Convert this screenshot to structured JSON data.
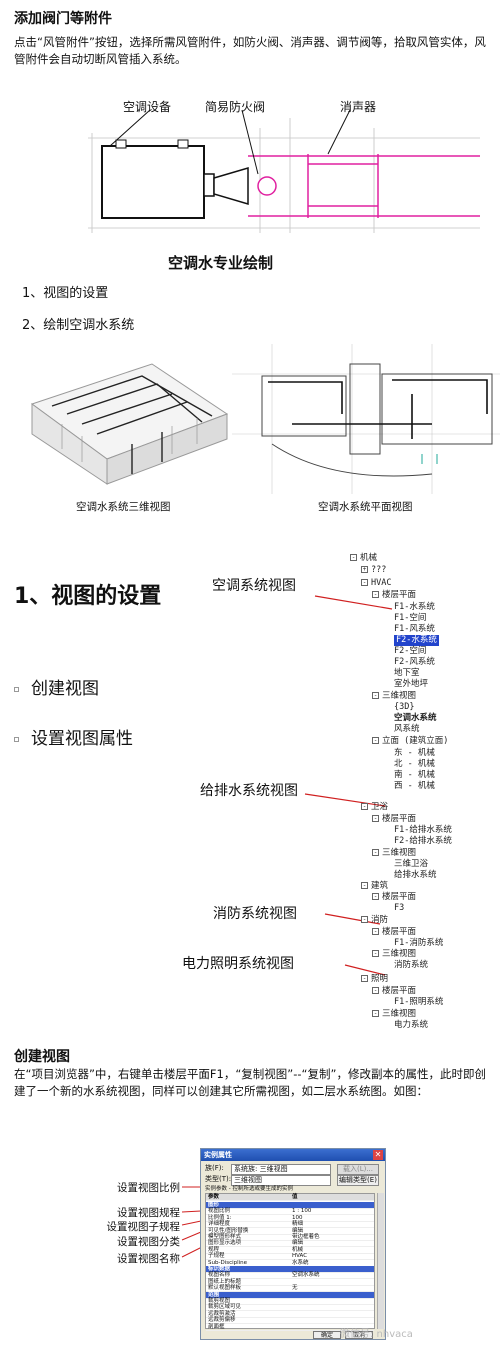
{
  "sec1": {
    "title": "添加阀门等附件",
    "para": "点击“风管附件”按钮，选择所需风管附件，如防火阀、消声器、调节阀等，拾取风管实体，风管附件会自动切断风管插入系统。",
    "labels": [
      "空调设备",
      "简易防火阀",
      "消声器"
    ]
  },
  "sec2": {
    "title": "空调水专业绘制",
    "items": [
      "1、视图的设置",
      "2、绘制空调水系统"
    ],
    "captions": [
      "空调水系统三维视图",
      "空调水系统平面视图"
    ]
  },
  "sec3": {
    "title": "1、视图的设置",
    "bullets": [
      "创建视图",
      "设置视图属性"
    ],
    "annotations": [
      "空调系统视图",
      "给排水系统视图",
      "消防系统视图",
      "电力照明系统视图"
    ],
    "tree": [
      {
        "t": "机械",
        "box": "-"
      },
      {
        "t": "???",
        "box": "+"
      },
      {
        "t": "HVAC",
        "box": "-"
      },
      {
        "t": "楼层平面",
        "box": "-"
      },
      {
        "t": "F1-水系统"
      },
      {
        "t": "F1-空间"
      },
      {
        "t": "F1-风系统"
      },
      {
        "t": "F2-水系统",
        "sel": true
      },
      {
        "t": "F2-空间"
      },
      {
        "t": "F2-风系统"
      },
      {
        "t": "地下室"
      },
      {
        "t": "室外地坪"
      },
      {
        "t": "三维视图",
        "box": "-"
      },
      {
        "t": "{3D}"
      },
      {
        "t": "空调水系统",
        "bold": true
      },
      {
        "t": "风系统"
      },
      {
        "t": "立面 (建筑立面)",
        "box": "-"
      },
      {
        "t": "东 - 机械"
      },
      {
        "t": "北 - 机械"
      },
      {
        "t": "南 - 机械"
      },
      {
        "t": "西 - 机械"
      },
      {
        "t": "卫浴",
        "box": "-"
      },
      {
        "t": "楼层平面",
        "box": "-"
      },
      {
        "t": "F1-给排水系统"
      },
      {
        "t": "F2-给排水系统"
      },
      {
        "t": "三维视图",
        "box": "-"
      },
      {
        "t": "三维卫浴"
      },
      {
        "t": "给排水系统"
      },
      {
        "t": "建筑",
        "box": "-"
      },
      {
        "t": "楼层平面",
        "box": "-"
      },
      {
        "t": "F3"
      },
      {
        "t": "消防",
        "box": "-"
      },
      {
        "t": "楼层平面",
        "box": "-"
      },
      {
        "t": "F1-消防系统"
      },
      {
        "t": "三维视图",
        "box": "-"
      },
      {
        "t": "消防系统"
      },
      {
        "t": "照明",
        "box": "-"
      },
      {
        "t": "楼层平面",
        "box": "-"
      },
      {
        "t": "F1-照明系统"
      },
      {
        "t": "三维视图",
        "box": "-"
      },
      {
        "t": "电力系统"
      }
    ]
  },
  "sec4": {
    "title": "创建视图",
    "para": "在“项目浏览器”中，右键单击楼层平面F1，“复制视图”--“复制”，修改副本的属性，此时即创建了一个新的水系统视图，同样可以创建其它所需视图，如二层水系统图。如图：",
    "labels": [
      "设置视图比例",
      "设置视图规程",
      "设置视图子规程",
      "设置视图分类",
      "设置视图名称"
    ],
    "dialog": {
      "title": "实例属性",
      "family_label": "族(F):",
      "family_value": "系统族: 三维视图",
      "type_label": "类型(T):",
      "type_value": "三维视图",
      "load_btn": "载入(L)...",
      "edit_btn": "编辑类型(E)",
      "hint": "实例参数 - 控制所选或要生成的实例",
      "col_param": "参数",
      "col_value": "值",
      "rows": [
        {
          "h": "图形"
        },
        {
          "p": "视图比例",
          "v": "1 : 100"
        },
        {
          "p": "比例值 1:",
          "v": "100"
        },
        {
          "p": "详细程度",
          "v": "精细"
        },
        {
          "p": "可见性/图形替换",
          "v": "编辑"
        },
        {
          "p": "模型图形样式",
          "v": "带边框着色"
        },
        {
          "p": "图形显示选项",
          "v": "编辑"
        },
        {
          "p": "规程",
          "v": "机械"
        },
        {
          "p": "子规程",
          "v": "HVAC"
        },
        {
          "p": "Sub-Discipline",
          "v": "水系统"
        },
        {
          "h": "标识数据"
        },
        {
          "p": "视图名称",
          "v": "空调水系统"
        },
        {
          "p": "图纸上的标题",
          "v": ""
        },
        {
          "p": "默认视图样板",
          "v": "无"
        },
        {
          "h": "范围"
        },
        {
          "p": "裁剪视图",
          "v": ""
        },
        {
          "p": "裁剪区域可见",
          "v": ""
        },
        {
          "p": "远裁剪激活",
          "v": ""
        },
        {
          "p": "远裁剪偏移",
          "v": ""
        },
        {
          "p": "剖面框",
          "v": ""
        }
      ],
      "ok": "确定",
      "cancel": "取消"
    },
    "watermark": "微信号: nhvaca"
  }
}
